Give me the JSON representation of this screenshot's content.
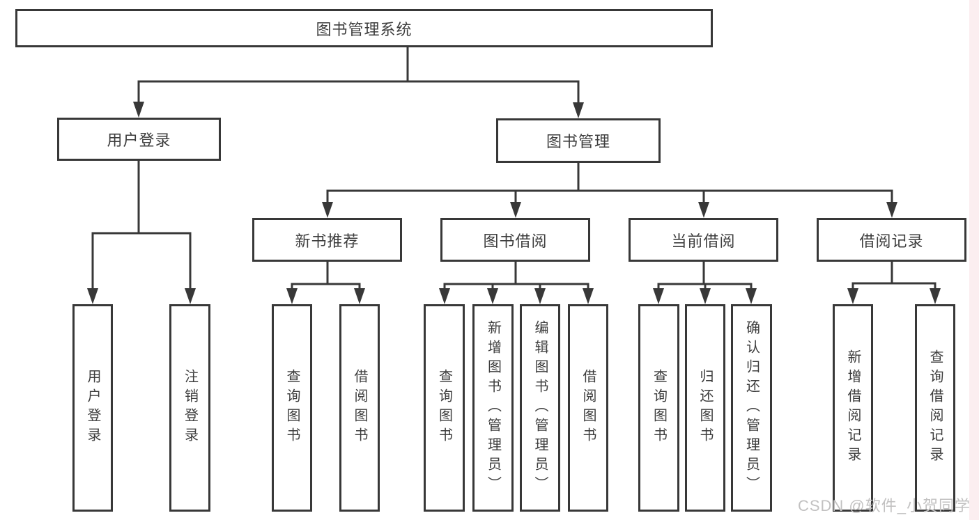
{
  "tree": {
    "root": "图书管理系统",
    "branches": [
      {
        "label": "用户登录",
        "children": [
          "用户登录",
          "注销登录"
        ]
      },
      {
        "label": "图书管理",
        "sections": [
          {
            "label": "新书推荐",
            "children": [
              "查询图书",
              "借阅图书"
            ]
          },
          {
            "label": "图书借阅",
            "children": [
              "查询图书",
              "新增图书（管理员）",
              "编辑图书（管理员）",
              "借阅图书"
            ]
          },
          {
            "label": "当前借阅",
            "children": [
              "查询图书",
              "归还图书",
              "确认归还（管理员）"
            ]
          },
          {
            "label": "借阅记录",
            "children": [
              "新增借阅记录",
              "查询借阅记录"
            ]
          }
        ]
      }
    ]
  },
  "watermark": {
    "text": "CSDN @软件_小贺同学"
  },
  "colors": {
    "line": "#383838",
    "box_border": "#383838",
    "text": "#3d3d3d",
    "watermark": "#c2c1c1",
    "right_strip": "#fbeef0",
    "background": "#ffffff"
  }
}
